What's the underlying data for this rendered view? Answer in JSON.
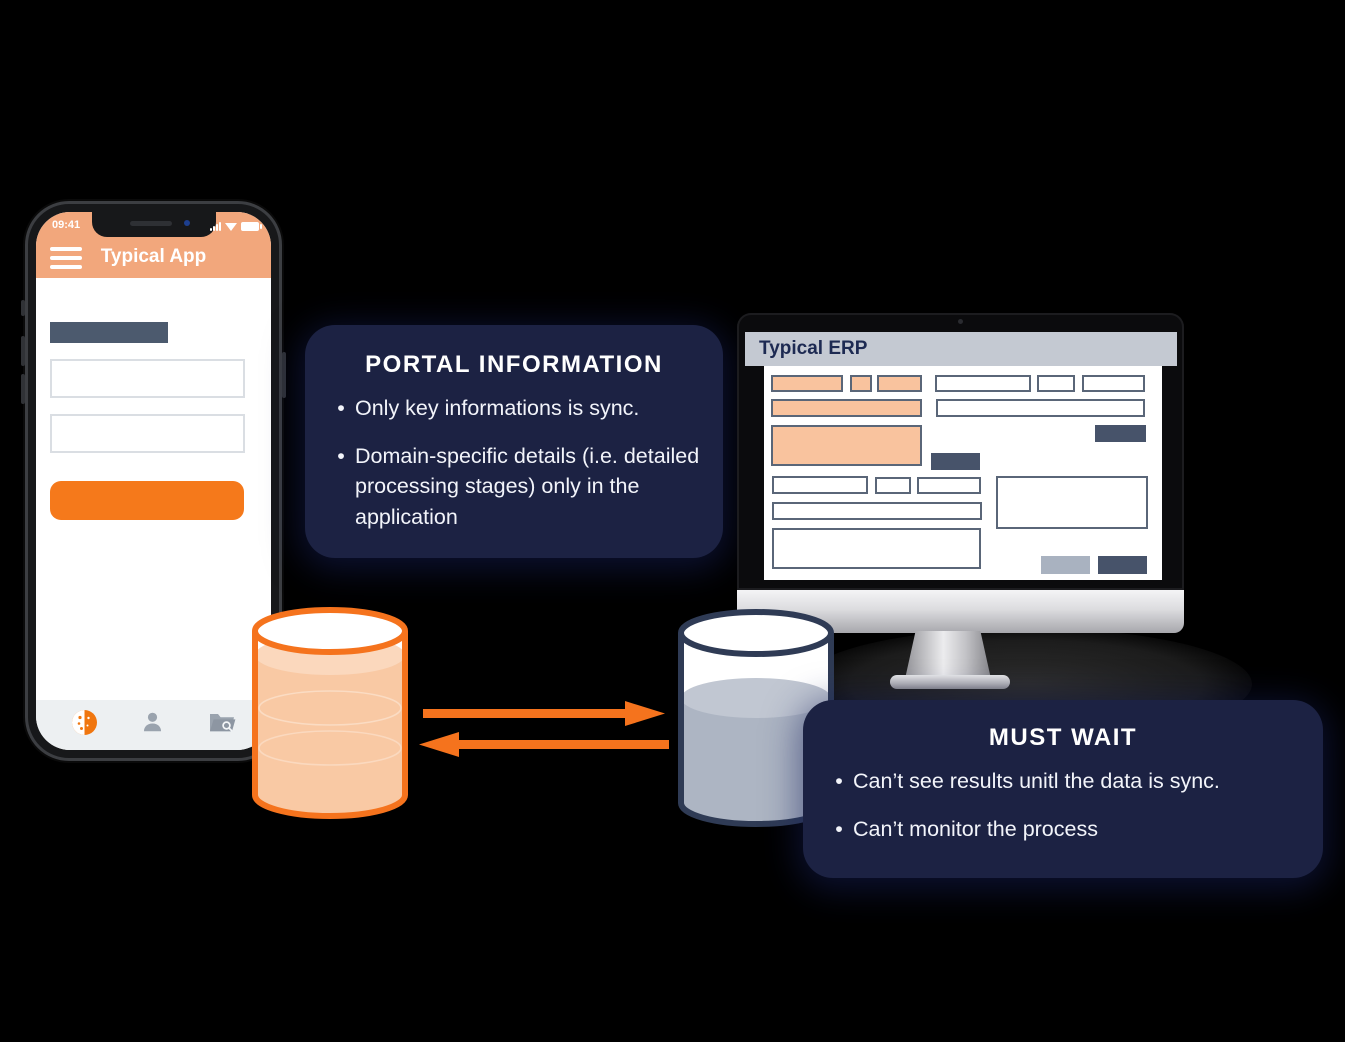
{
  "phone": {
    "status_time": "09:41",
    "header_title": "Typical App",
    "nav": {
      "icons": [
        "moon-icon",
        "person-icon",
        "folder-search-icon"
      ],
      "active_icon": "moon-icon"
    }
  },
  "portal_info_box": {
    "title": "PORTAL INFORMATION",
    "bullets": [
      "Only key informations is sync.",
      "Domain-specific details (i.e. detailed processing stages) only in the application"
    ]
  },
  "erp": {
    "title": "Typical ERP"
  },
  "must_wait_box": {
    "title": "MUST WAIT",
    "bullets": [
      "Can’t see results unitl the data is sync.",
      "Can’t monitor the process"
    ]
  },
  "ui": {
    "bullet_char": "•"
  },
  "colors": {
    "background": "#000000",
    "callout_navy": "#1c2243",
    "accent_orange": "#f5731d",
    "header_salmon": "#f2a77c",
    "cylinder_orange_fill": "#f9c9a4",
    "cylinder_gray_fill": "#b3bbc8",
    "erp_field_orange": "#f9c39e",
    "erp_field_dark": "#47536a",
    "erp_titlebar_gray": "#c4c9d2",
    "slate_label": "#4c5a6e"
  }
}
